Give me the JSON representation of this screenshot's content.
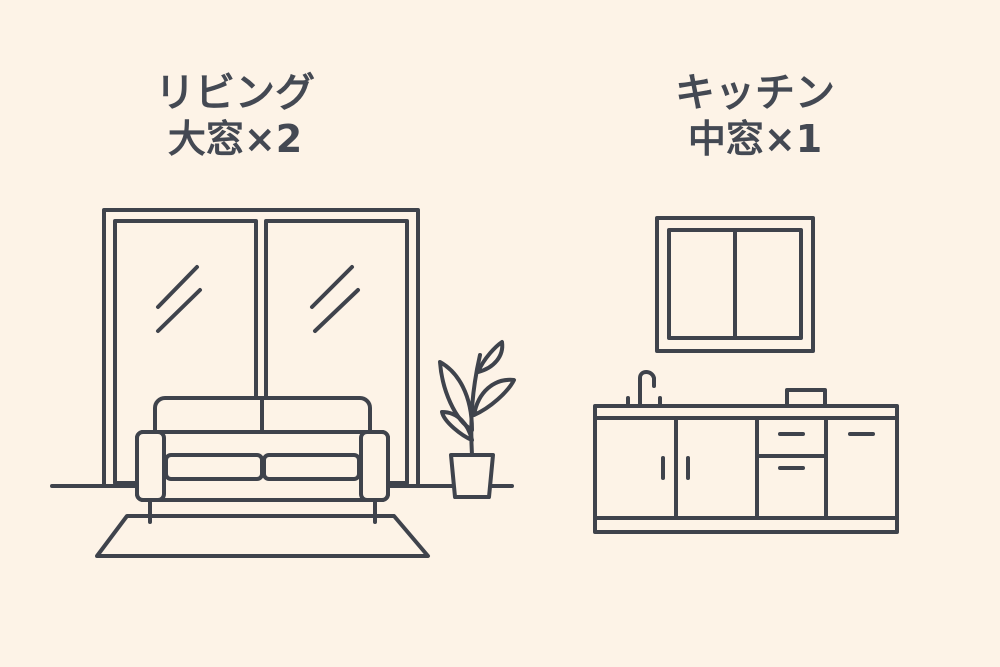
{
  "living": {
    "title": "リビング",
    "window_count": "大窓×2",
    "icons": [
      "large-window-icon",
      "sofa-icon",
      "rug-icon",
      "potted-plant-icon"
    ]
  },
  "kitchen": {
    "title": "キッチン",
    "window_count": "中窓×1",
    "icons": [
      "medium-window-icon",
      "faucet-icon",
      "kitchen-cabinet-icon"
    ]
  },
  "colors": {
    "background": "#fdf3e7",
    "line": "#3f434c",
    "text": "#444953"
  }
}
